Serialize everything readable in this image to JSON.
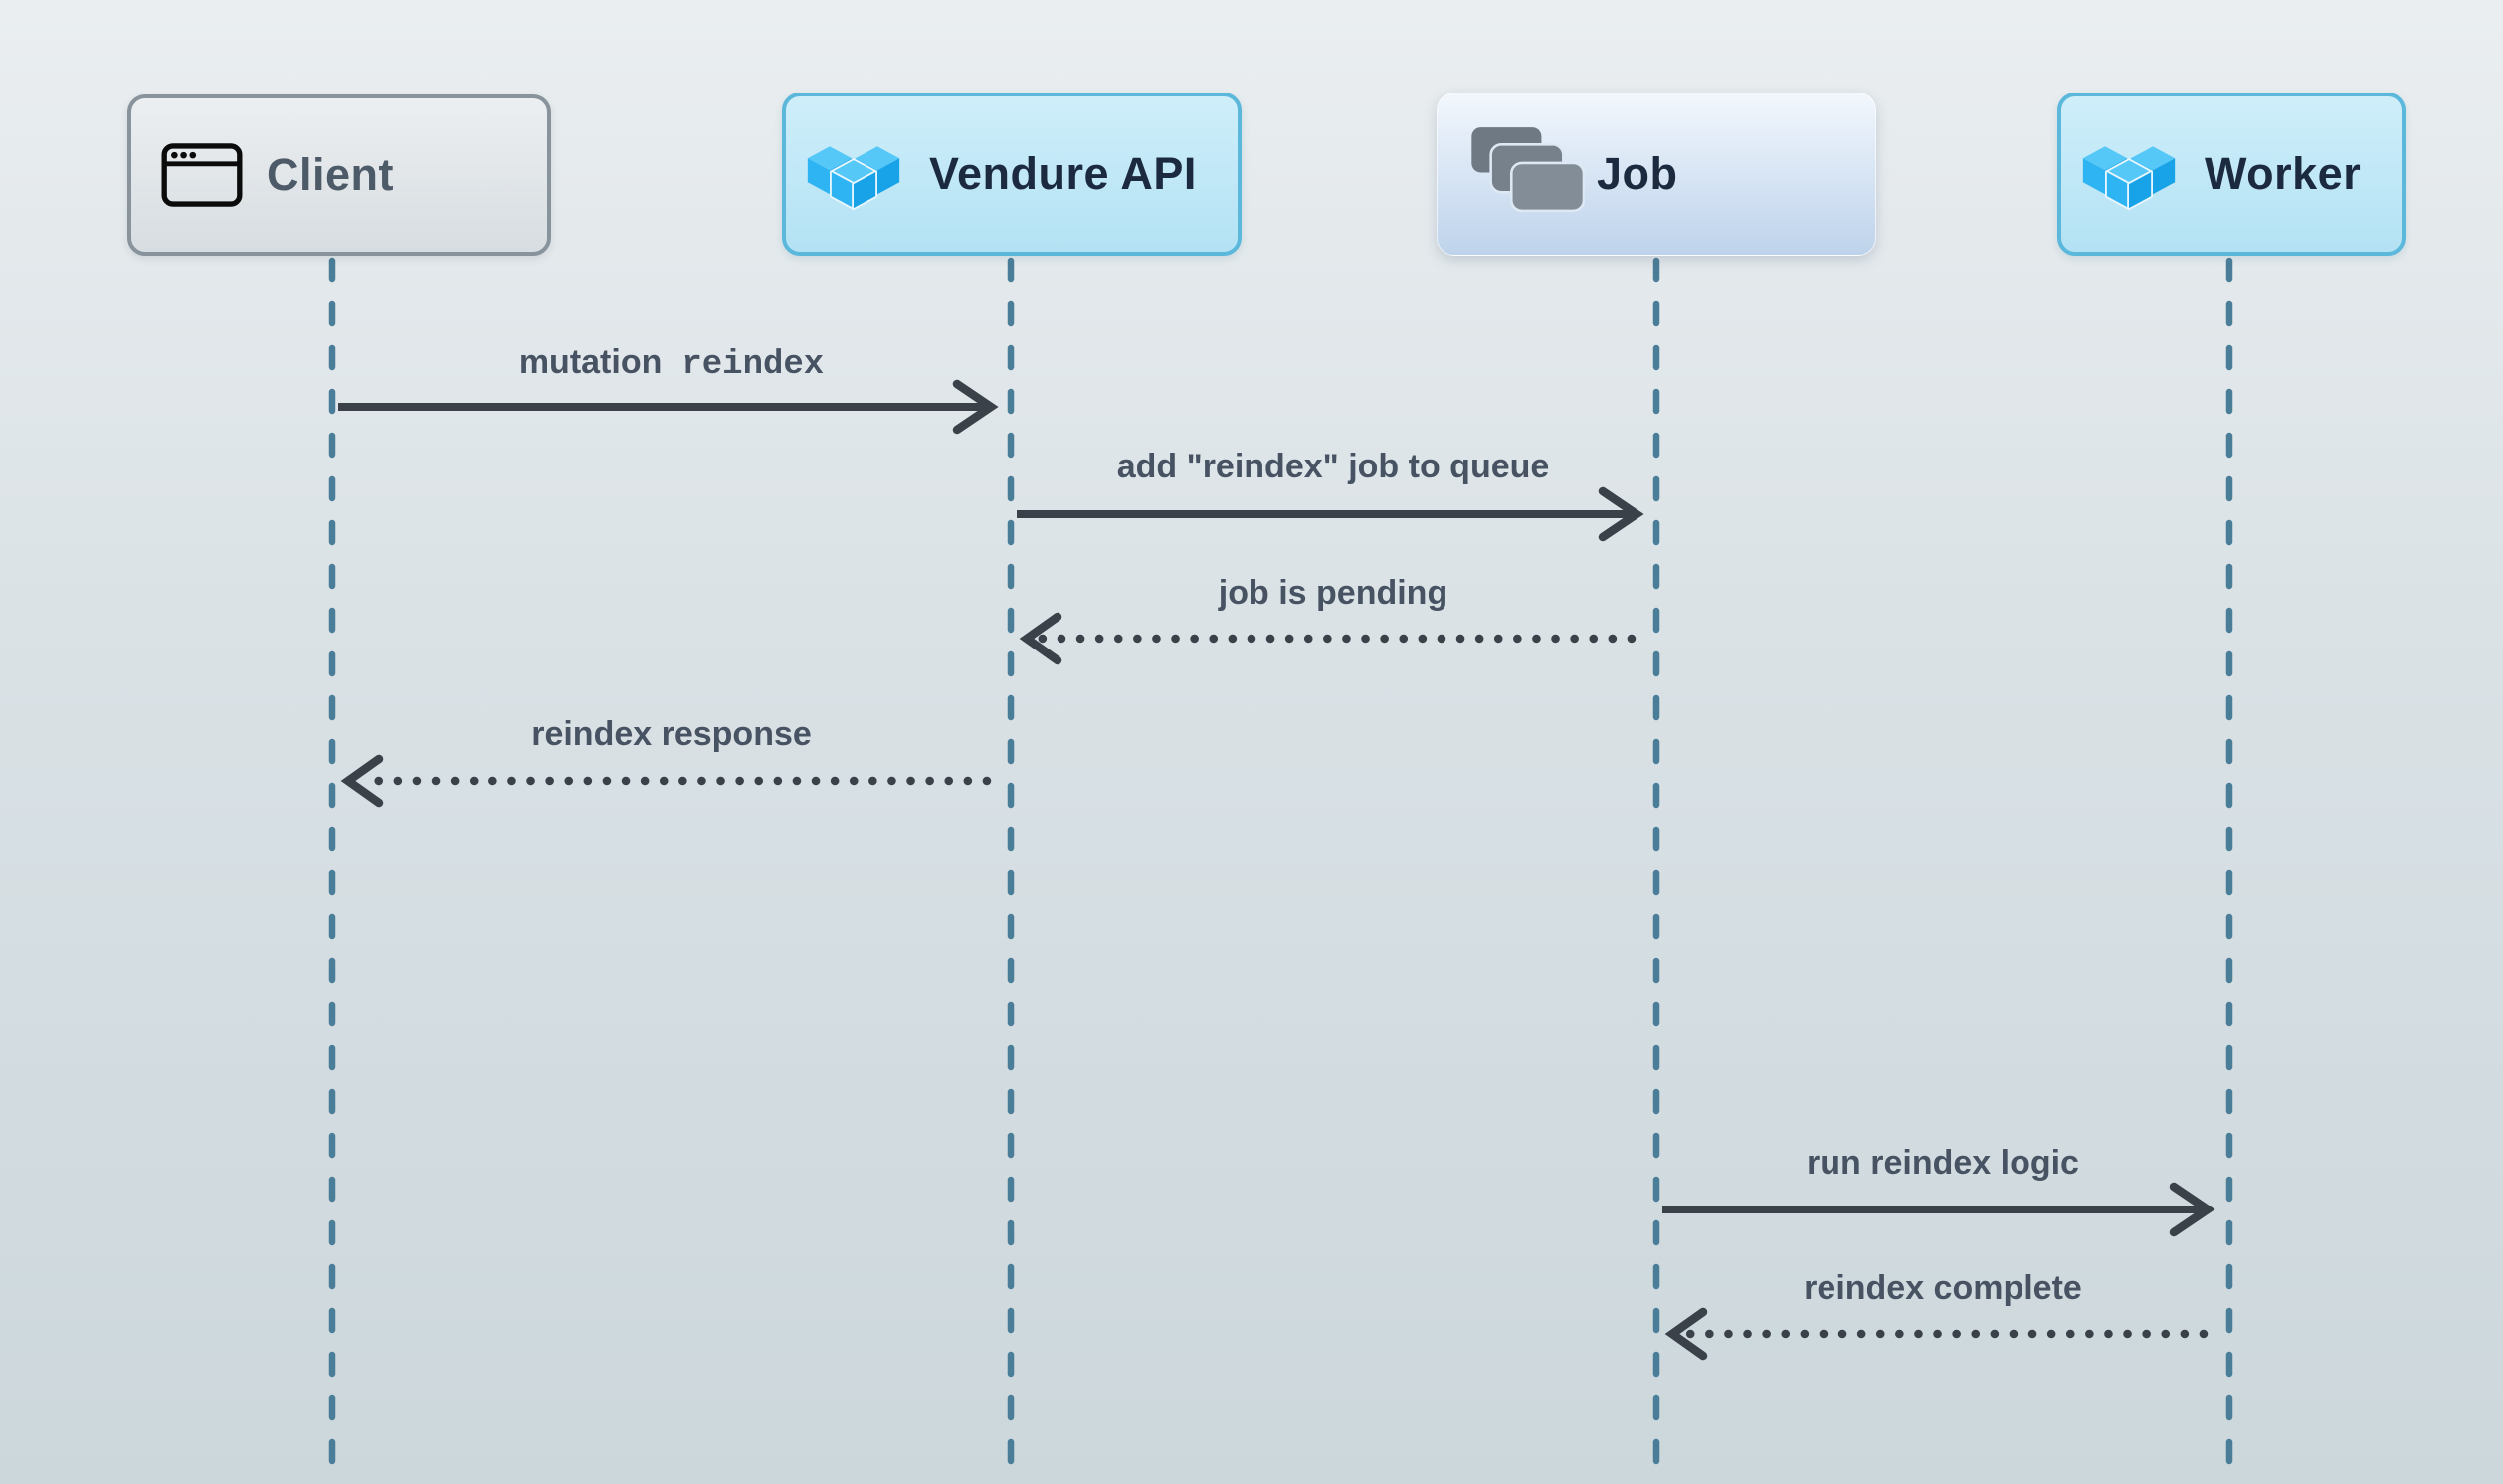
{
  "diagram": {
    "type": "sequence-diagram",
    "actors": [
      {
        "id": "client",
        "label": "Client",
        "icon": "browser-window-icon",
        "variant": "gray"
      },
      {
        "id": "vendure-api",
        "label": "Vendure API",
        "icon": "vendure-logo-icon",
        "variant": "blue"
      },
      {
        "id": "job",
        "label": "Job",
        "icon": "stacked-cards-icon",
        "variant": "soft-blue"
      },
      {
        "id": "worker",
        "label": "Worker",
        "icon": "vendure-logo-icon",
        "variant": "blue"
      }
    ],
    "messages": [
      {
        "from": "client",
        "to": "vendure-api",
        "line": "solid",
        "direction": "right",
        "label_sans": "mutation",
        "label_code": "reindex"
      },
      {
        "from": "vendure-api",
        "to": "job",
        "line": "solid",
        "direction": "right",
        "label": "add \"reindex\" job to queue"
      },
      {
        "from": "job",
        "to": "vendure-api",
        "line": "dotted",
        "direction": "left",
        "label": "job is pending"
      },
      {
        "from": "vendure-api",
        "to": "client",
        "line": "dotted",
        "direction": "left",
        "label": "reindex response"
      },
      {
        "from": "job",
        "to": "worker",
        "line": "solid",
        "direction": "right",
        "label": "run reindex logic"
      },
      {
        "from": "worker",
        "to": "job",
        "line": "dotted",
        "direction": "left",
        "label": "reindex complete"
      }
    ]
  },
  "colors": {
    "bg_top": "#eaeef0",
    "bg_mid": "#d9e1e5",
    "bg_bottom": "#ccd7dc",
    "lifeline": "#4a7d98",
    "arrow": "#3a4148",
    "msg_text": "#475362",
    "title_dark": "#1c2a40",
    "client_text": "#4d5a68",
    "client_border": "#89939b",
    "client_bg_top": "#eceff1",
    "client_bg_bottom": "#d7dde1",
    "blue_border": "#5cb8db",
    "blue_bg_top": "#cfeefa",
    "blue_bg_bottom": "#b3e2f4",
    "job_bg_top": "#f2f7fd",
    "job_bg_bottom": "#bed3eb",
    "logo_top": "#55c8f8",
    "logo_left": "#2eb4f3",
    "logo_right": "#18a3e8",
    "logo_gap": "#e8f6fd",
    "card_back": "#6f7984",
    "card_mid": "#77818c",
    "card_front": "#838d98",
    "card_gap": "#dde8f5",
    "browser_icon": "#0b0b0b"
  }
}
